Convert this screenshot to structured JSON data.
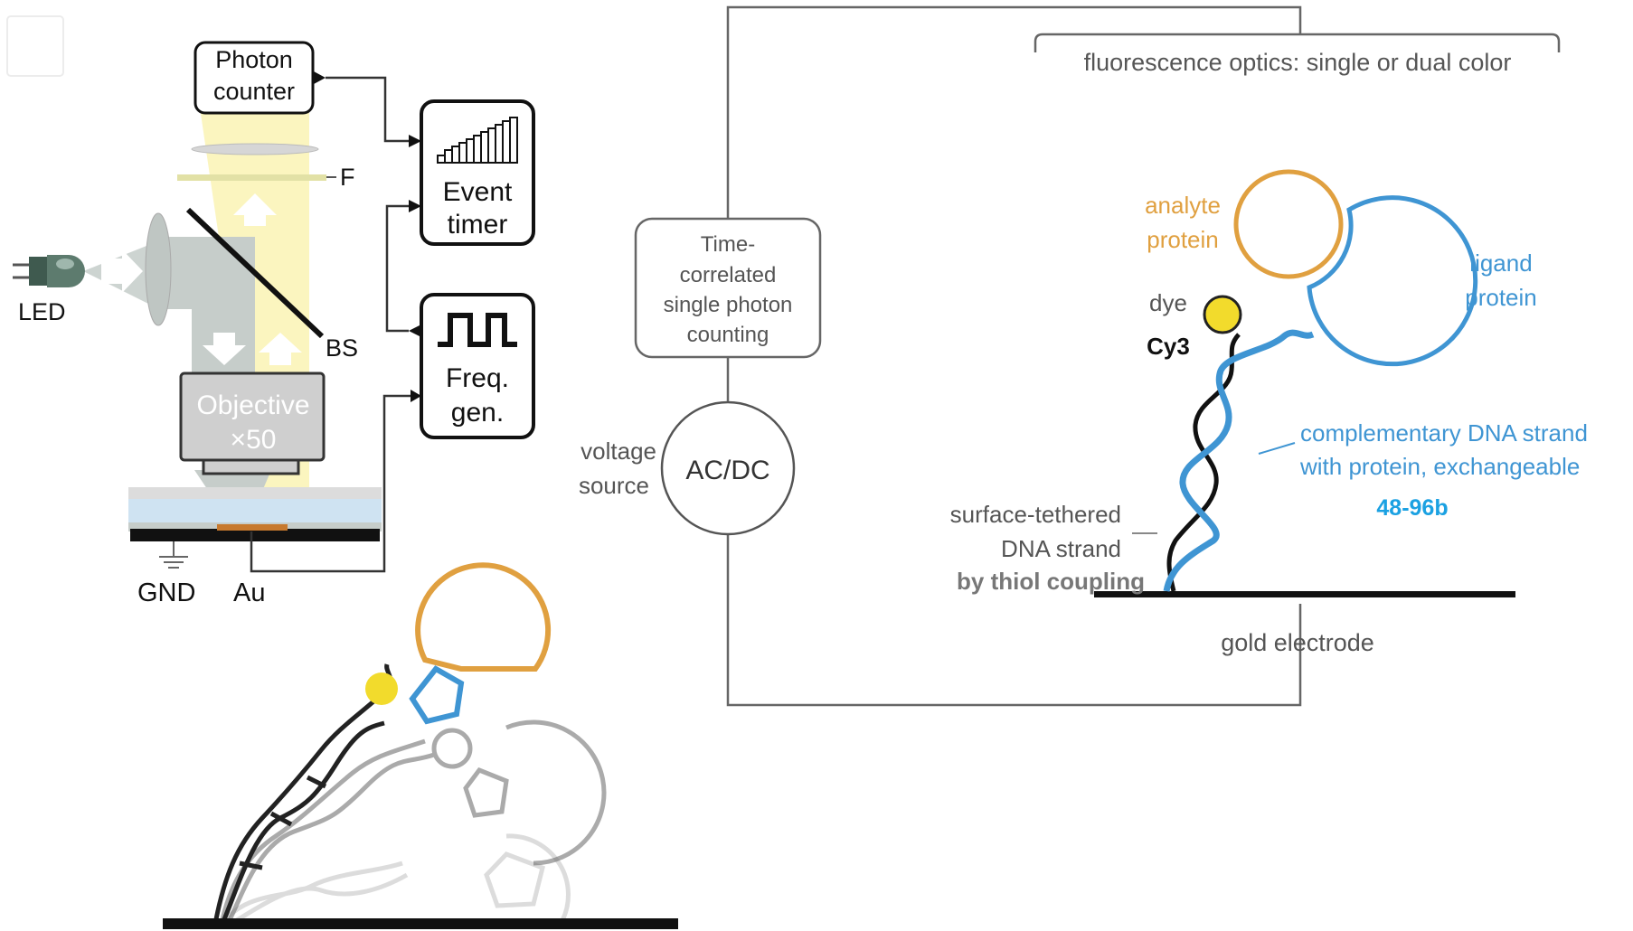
{
  "setup": {
    "photon_counter": [
      "Photon",
      "counter"
    ],
    "event_timer": [
      "Event",
      "timer"
    ],
    "freq_gen": [
      "Freq.",
      "gen."
    ],
    "filter_label": "F",
    "splitter_label": "BS",
    "led_label": "LED",
    "objective": [
      "Objective",
      "×50"
    ],
    "gnd_label": "GND",
    "au_label": "Au"
  },
  "circuit": {
    "optics_label": "fluorescence optics: single or dual color",
    "tcspc": [
      "Time-",
      "correlated",
      "single photon",
      "counting"
    ],
    "voltage_source": [
      "voltage",
      "source"
    ],
    "ac_dc": "AC/DC",
    "gold_electrode": "gold electrode"
  },
  "molecules": {
    "analyte": [
      "analyte",
      "protein"
    ],
    "ligand": [
      "ligand",
      "protein"
    ],
    "dye": "dye",
    "dye_name": "Cy3",
    "complementary": [
      "complementary DNA strand",
      "with protein, exchangeable"
    ],
    "length": "48-96b",
    "tethered": [
      "surface-tethered",
      "DNA strand",
      "by thiol coupling"
    ]
  },
  "colors": {
    "orange": "#e0a040",
    "blue": "#3f95d3",
    "cyan_label": "#1ba1e2",
    "yellow_dot": "#f2db2c",
    "light_yellow": "#fbf5bf",
    "gray_box": "#cfcfcf",
    "text_gray": "#555555"
  }
}
